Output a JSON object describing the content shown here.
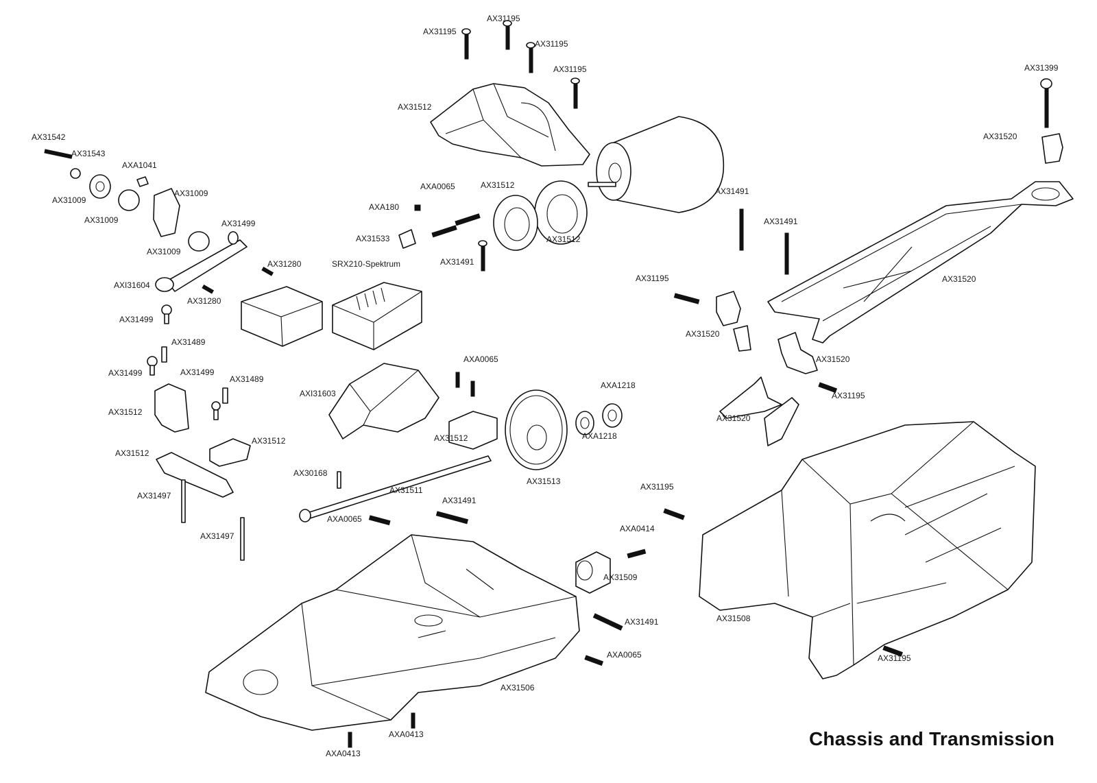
{
  "title": "Chassis and Transmission",
  "labels": [
    {
      "id": "l01",
      "text": "AX31195"
    },
    {
      "id": "l02",
      "text": "AX31195"
    },
    {
      "id": "l03",
      "text": "AX31195"
    },
    {
      "id": "l04",
      "text": "AX31195"
    },
    {
      "id": "l05",
      "text": "AX31512"
    },
    {
      "id": "l06",
      "text": "AX31542"
    },
    {
      "id": "l07",
      "text": "AX31543"
    },
    {
      "id": "l08",
      "text": "AXA1041"
    },
    {
      "id": "l09",
      "text": "AX31009"
    },
    {
      "id": "l10",
      "text": "AX31009"
    },
    {
      "id": "l11",
      "text": "AX31009"
    },
    {
      "id": "l12",
      "text": "AX31009"
    },
    {
      "id": "l13",
      "text": "AX31499"
    },
    {
      "id": "l14",
      "text": "AXI31604"
    },
    {
      "id": "l15",
      "text": "AX31280"
    },
    {
      "id": "l16",
      "text": "AX31280"
    },
    {
      "id": "l17",
      "text": "SRX210-Spektrum"
    },
    {
      "id": "l18",
      "text": "AX31499"
    },
    {
      "id": "l19",
      "text": "AX31489"
    },
    {
      "id": "l20",
      "text": "AX31499"
    },
    {
      "id": "l21",
      "text": "AX31499"
    },
    {
      "id": "l22",
      "text": "AX31489"
    },
    {
      "id": "l23",
      "text": "AX31512"
    },
    {
      "id": "l24",
      "text": "AX31512"
    },
    {
      "id": "l25",
      "text": "AX31512"
    },
    {
      "id": "l26",
      "text": "AX31497"
    },
    {
      "id": "l27",
      "text": "AX31497"
    },
    {
      "id": "l28",
      "text": "AXA0065"
    },
    {
      "id": "l29",
      "text": "AX31512"
    },
    {
      "id": "l30",
      "text": "AXA180"
    },
    {
      "id": "l31",
      "text": "AX31533"
    },
    {
      "id": "l32",
      "text": "AX31491"
    },
    {
      "id": "l33",
      "text": "AX31512"
    },
    {
      "id": "l34",
      "text": "AXI31603"
    },
    {
      "id": "l35",
      "text": "AXA0065"
    },
    {
      "id": "l36",
      "text": "AX31512"
    },
    {
      "id": "l37",
      "text": "AXA1218"
    },
    {
      "id": "l38",
      "text": "AXA1218"
    },
    {
      "id": "l39",
      "text": "AX31513"
    },
    {
      "id": "l40",
      "text": "AX30168"
    },
    {
      "id": "l41",
      "text": "AX31511"
    },
    {
      "id": "l42",
      "text": "AXA0065"
    },
    {
      "id": "l43",
      "text": "AX31491"
    },
    {
      "id": "l44",
      "text": "AXA0414"
    },
    {
      "id": "l45",
      "text": "AX31509"
    },
    {
      "id": "l46",
      "text": "AX31491"
    },
    {
      "id": "l47",
      "text": "AXA0065"
    },
    {
      "id": "l48",
      "text": "AX31506"
    },
    {
      "id": "l49",
      "text": "AXA0413"
    },
    {
      "id": "l50",
      "text": "AXA0413"
    },
    {
      "id": "l51",
      "text": "AX31399"
    },
    {
      "id": "l52",
      "text": "AX31520"
    },
    {
      "id": "l53",
      "text": "AX31491"
    },
    {
      "id": "l54",
      "text": "AX31491"
    },
    {
      "id": "l55",
      "text": "AX31520"
    },
    {
      "id": "l56",
      "text": "AX31195"
    },
    {
      "id": "l57",
      "text": "AX31520"
    },
    {
      "id": "l58",
      "text": "AX31520"
    },
    {
      "id": "l59",
      "text": "AX31195"
    },
    {
      "id": "l60",
      "text": "AX31520"
    },
    {
      "id": "l61",
      "text": "AX31195"
    },
    {
      "id": "l62",
      "text": "AX31508"
    },
    {
      "id": "l63",
      "text": "AX31195"
    }
  ]
}
